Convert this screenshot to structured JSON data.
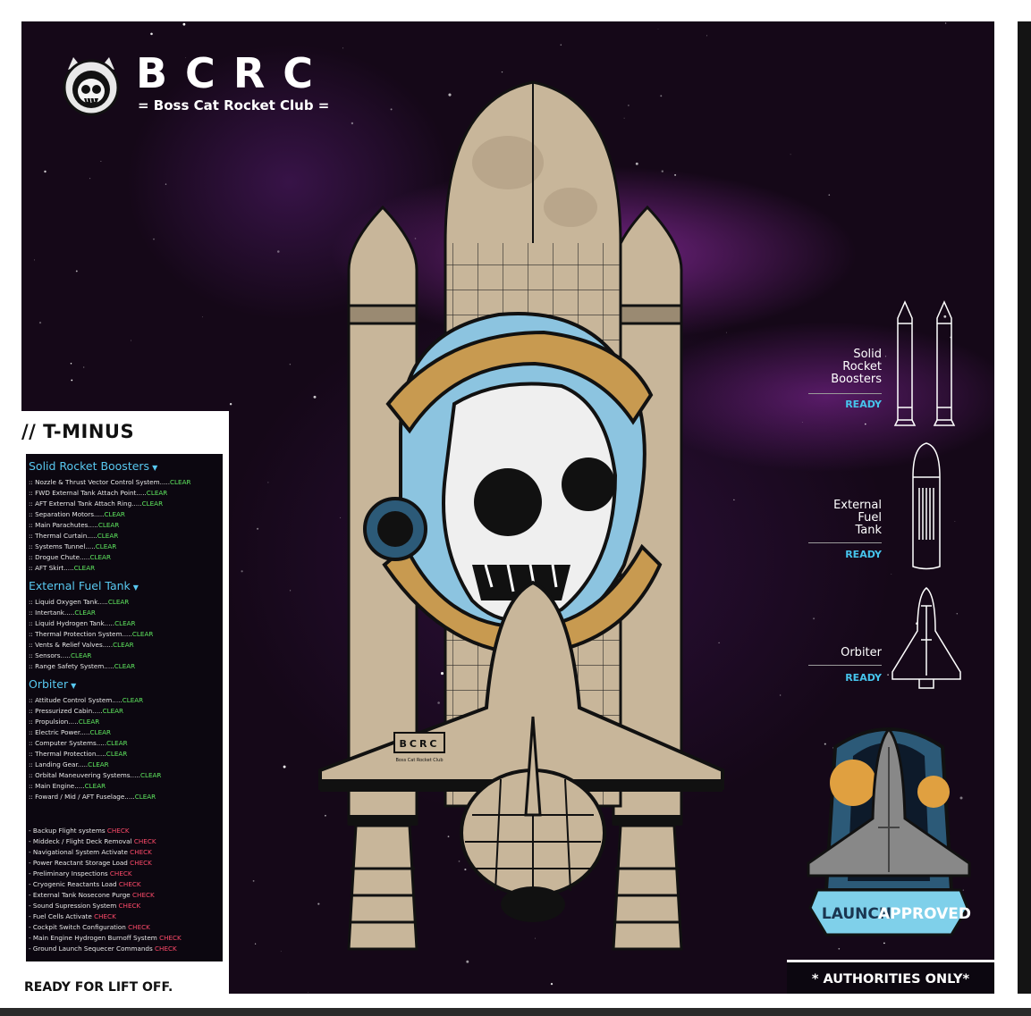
{
  "logo": {
    "title": "BCRC",
    "subtitle": "= Boss Cat Rocket Club =",
    "badge_icon": "cat-skull-astronaut-icon"
  },
  "rocket": {
    "plate_title": "BCRC",
    "plate_subtitle": "Boss Cat Rocket Club"
  },
  "tminus": {
    "title": "// T-MINUS",
    "sections": [
      {
        "name": "Solid Rocket Boosters",
        "items": [
          {
            "label": ":: Nozzle & Thrust Vector Control System.....",
            "status": "CLEAR"
          },
          {
            "label": ":: FWD External Tank Attach Point.....",
            "status": "CLEAR"
          },
          {
            "label": ":: AFT External Tank Attach Ring.....",
            "status": "CLEAR"
          },
          {
            "label": ":: Separation Motors.....",
            "status": "CLEAR"
          },
          {
            "label": ":: Main Parachutes.....",
            "status": "CLEAR"
          },
          {
            "label": ":: Thermal Curtain.....",
            "status": "CLEAR"
          },
          {
            "label": ":: Systems Tunnel.....",
            "status": "CLEAR"
          },
          {
            "label": ":: Drogue Chute.....",
            "status": "CLEAR"
          },
          {
            "label": ":: AFT Skirt.....",
            "status": "CLEAR"
          }
        ]
      },
      {
        "name": "External Fuel Tank",
        "items": [
          {
            "label": ":: Liquid Oxygen Tank.....",
            "status": "CLEAR"
          },
          {
            "label": ":: Intertank.....",
            "status": "CLEAR"
          },
          {
            "label": ":: Liquid Hydrogen Tank.....",
            "status": "CLEAR"
          },
          {
            "label": ":: Thermal Protection System.....",
            "status": "CLEAR"
          },
          {
            "label": ":: Vents & Relief Valves.....",
            "status": "CLEAR"
          },
          {
            "label": ":: Sensors.....",
            "status": "CLEAR"
          },
          {
            "label": ":: Range Safety System.....",
            "status": "CLEAR"
          }
        ]
      },
      {
        "name": "Orbiter",
        "items": [
          {
            "label": ":: Attitude Control System.....",
            "status": "CLEAR"
          },
          {
            "label": ":: Pressurized Cabin.....",
            "status": "CLEAR"
          },
          {
            "label": ":: Propulsion.....",
            "status": "CLEAR"
          },
          {
            "label": ":: Electric Power.....",
            "status": "CLEAR"
          },
          {
            "label": ":: Computer Systems.....",
            "status": "CLEAR"
          },
          {
            "label": ":: Thermal Protection.....",
            "status": "CLEAR"
          },
          {
            "label": ":: Landing Gear.....",
            "status": "CLEAR"
          },
          {
            "label": ":: Orbital Maneuvering Systems.....",
            "status": "CLEAR"
          },
          {
            "label": ":: Main Engine.....",
            "status": "CLEAR"
          },
          {
            "label": ":: Foward / Mid / AFT Fuselage.....",
            "status": "CLEAR"
          }
        ]
      }
    ],
    "launch_checks": [
      {
        "label": "- Backup Flight systems ",
        "status": "CHECK"
      },
      {
        "label": "- Middeck / Flight Deck Removal ",
        "status": "CHECK"
      },
      {
        "label": "- Navigational System Activate ",
        "status": "CHECK"
      },
      {
        "label": "- Power Reactant Storage Load ",
        "status": "CHECK"
      },
      {
        "label": "- Preliminary Inspections ",
        "status": "CHECK"
      },
      {
        "label": "- Cryogenic Reactants Load ",
        "status": "CHECK"
      },
      {
        "label": "- External Tank Nosecone Purge ",
        "status": "CHECK"
      },
      {
        "label": "- Sound Supression System ",
        "status": "CHECK"
      },
      {
        "label": "- Fuel Cells Activate ",
        "status": "CHECK"
      },
      {
        "label": "- Cockpit Switch Configuration ",
        "status": "CHECK"
      },
      {
        "label": "- Main Engine Hydrogen Burnoff System ",
        "status": "CHECK"
      },
      {
        "label": "- Ground Launch Sequecer Commands ",
        "status": "CHECK"
      }
    ],
    "footer": "READY FOR LIFT OFF."
  },
  "components": [
    {
      "name_lines": [
        "Solid",
        "Rocket",
        "Boosters"
      ],
      "status": "READY",
      "icon": "solid-rocket-booster-icon"
    },
    {
      "name_lines": [
        "External",
        "Fuel",
        "Tank"
      ],
      "status": "READY",
      "icon": "external-fuel-tank-icon"
    },
    {
      "name_lines": [
        "Orbiter"
      ],
      "status": "READY",
      "icon": "orbiter-icon"
    }
  ],
  "patch": {
    "left_word": "LAUNCH",
    "right_word": "APPROVED",
    "authorities": "* AUTHORITIES ONLY*"
  },
  "colors": {
    "space_bg": "#150818",
    "nebula": "#c83ce6",
    "clear_green": "#5fe85f",
    "check_red": "#ff4a6a",
    "section_blue": "#58c8f0",
    "ready_blue": "#46c4ec",
    "hull_tan": "#c8b69a",
    "helmet_blue": "#8cc4e0",
    "helmet_gold": "#c89a50"
  }
}
